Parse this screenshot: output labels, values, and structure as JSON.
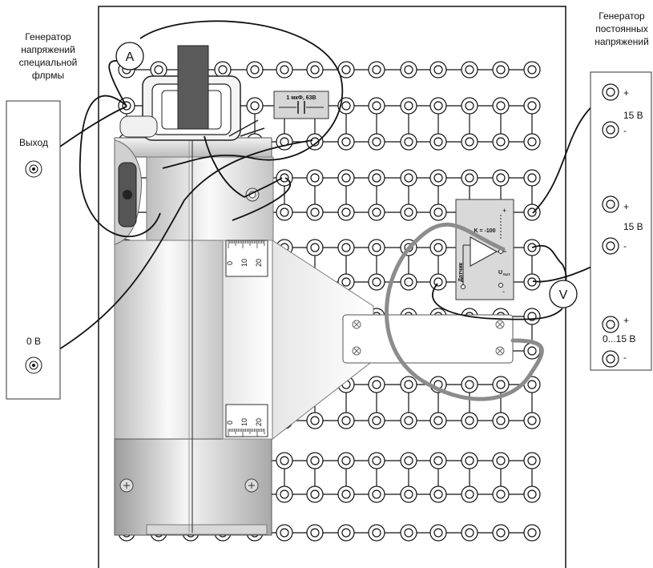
{
  "left_generator": {
    "title_lines": [
      "Генератор",
      "напряжений",
      "специальной",
      "флрмы"
    ],
    "output_label": "Выход",
    "ground_label": "0 В"
  },
  "right_generator": {
    "title_lines": [
      "Генератор",
      "постоянных",
      "напряжений"
    ],
    "plus_1": "+",
    "minus_1": "-",
    "voltage_1": "15 В",
    "plus_2": "+",
    "minus_2": "-",
    "voltage_2": "15 В",
    "plus_3": "+",
    "minus_3": "-",
    "voltage_3": "0...15 В"
  },
  "capacitor": {
    "label": "1  мкФ,  63В"
  },
  "amplifier": {
    "gain_label": "K = -100",
    "sensor_label": "Датчик",
    "output_label": "U",
    "output_sub": "вых",
    "plus": "+",
    "minus": "-"
  },
  "ammeter": {
    "label": "A"
  },
  "voltmeter": {
    "label": "V"
  },
  "ruler_top": {
    "ticks": [
      "0",
      "10",
      "20"
    ]
  },
  "ruler_bottom": {
    "ticks": [
      "0",
      "10",
      "20"
    ]
  },
  "colors": {
    "wire": "#111111",
    "loop_wire": "#8c8c8c",
    "module": "#e3e3e3",
    "panel": "#ffffff"
  }
}
